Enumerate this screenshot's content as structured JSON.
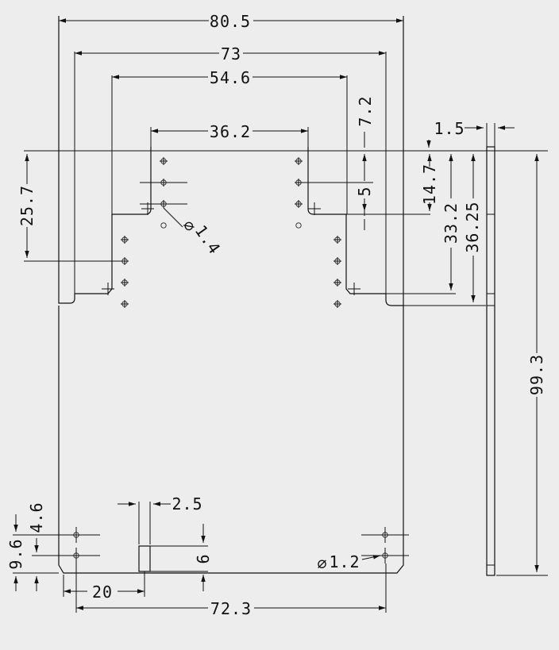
{
  "drawing": {
    "dimensions": {
      "overall_width": "80.5",
      "slot_span_73": "73",
      "inner_span": "54.6",
      "top_hole_span": "36.2",
      "right_offset_7_2": "7.2",
      "thickness": "1.5",
      "hole_pitch_5": "5",
      "height_14_7": "14.7",
      "height_33_2": "33.2",
      "height_36_25": "36.25",
      "left_height_25_7": "25.7",
      "overall_height": "99.3",
      "hole_dia_top": "1.4",
      "hole_dia_bottom": "1.2",
      "slot_width": "2.5",
      "slot_height": "6",
      "bottom_hole_offset_4_6": "4.6",
      "bottom_hole_offset_9_6": "9.6",
      "slot_offset_20": "20",
      "bottom_hole_span": "72.3"
    },
    "diameter_symbol": "⌀"
  }
}
